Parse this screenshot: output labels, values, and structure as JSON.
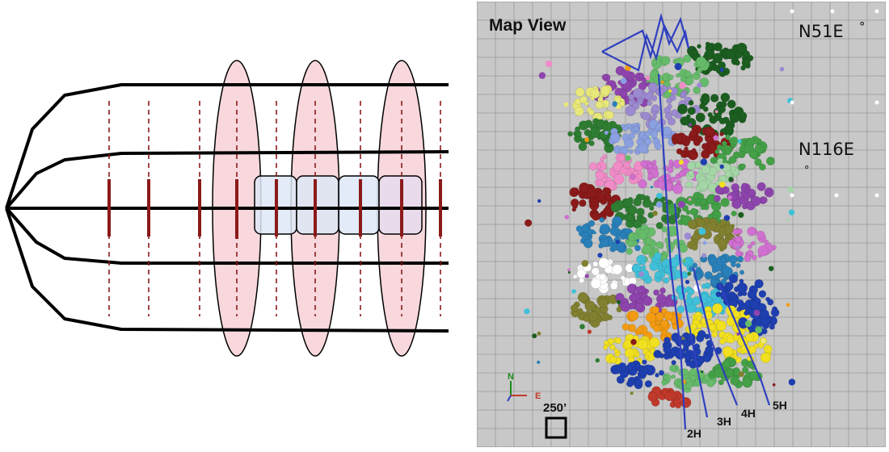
{
  "map_panel": {
    "title": "Map View",
    "orientation_top": "N51E",
    "orientation_top_symbol": "°",
    "orientation_mid": "N116E",
    "orientation_mid_symbol": "°",
    "scale_label": "250’",
    "axis_north": "N",
    "axis_east": "E",
    "wells": [
      "2H",
      "3H",
      "4H",
      "5H"
    ],
    "background_color": "#c8c8c8",
    "grid_color": "#9a9a9a",
    "well_path_color": "#3040c0",
    "event_colors": [
      "#1b5e20",
      "#2e7d32",
      "#43a047",
      "#66bb6a",
      "#a5d6a7",
      "#8e44ad",
      "#d070d0",
      "#f08cc8",
      "#e8e87a",
      "#9c8ad0",
      "#8aa0e0",
      "#2980b9",
      "#3fc0d8",
      "#8b1a1a",
      "#c0392b",
      "#ffffff",
      "#808030",
      "#f39c12",
      "#f1e020",
      "#1e3fb0"
    ]
  },
  "schematic_panel": {
    "line_color": "#000000",
    "frac_line_color": "#8b1a1a",
    "ellipse_fill": "#f8d8dc",
    "box_fill": "#dde8f6"
  }
}
